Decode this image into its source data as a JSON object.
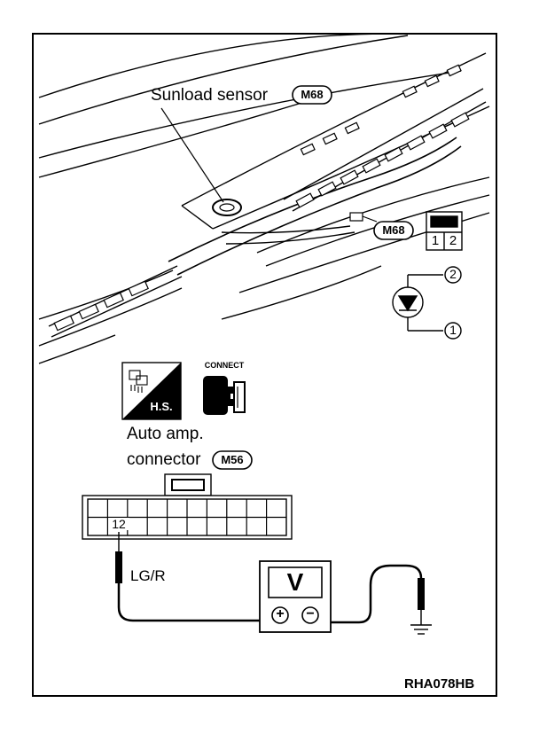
{
  "sensor_label": "Sunload sensor",
  "sensor_connector": "M68",
  "harness_connector": "M68",
  "harness_pins": [
    "1",
    "2"
  ],
  "diode_pins": [
    "2",
    "1"
  ],
  "connect_icon_label": "CONNECT",
  "harness_side_label": "H.S.",
  "auto_amp_line1": "Auto amp.",
  "auto_amp_line2": "connector",
  "auto_amp_connector": "M56",
  "terminal_number": "12",
  "wire_color": "LG/R",
  "voltmeter_symbol": "V",
  "voltmeter_plus": "+",
  "voltmeter_minus": "−",
  "figure_code": "RHA078HB"
}
